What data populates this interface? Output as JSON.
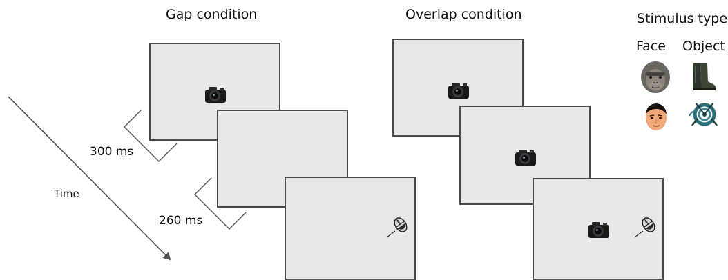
{
  "headings": {
    "gap": "Gap condition",
    "overlap": "Overlap condition",
    "stimulus_type": "Stimulus type"
  },
  "stimulus_columns": {
    "face": "Face",
    "object": "Object"
  },
  "time_label": "Time",
  "durations": {
    "first": "300 ms",
    "second": "260 ms"
  },
  "stimuli": {
    "central_fixation": "camera-icon",
    "peripheral_target": "mouse-icon",
    "face_examples": [
      "chimpanzee-face-icon",
      "human-face-icon"
    ],
    "object_examples": [
      "rubber-boots-icon",
      "hose-reel-icon"
    ]
  },
  "colors": {
    "screen_fill": "#e8e8ea",
    "screen_border": "#4a4a4a",
    "arrow": "#555555"
  }
}
